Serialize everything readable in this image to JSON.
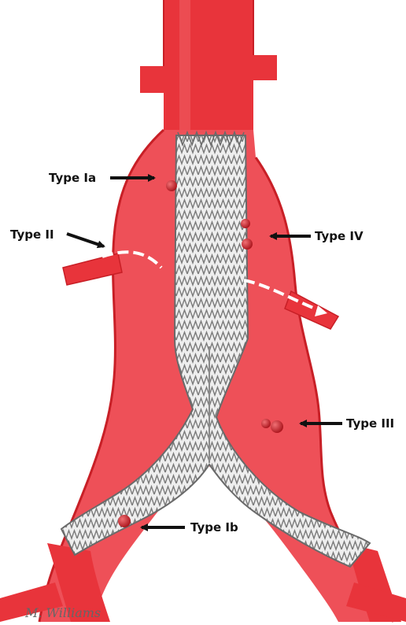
{
  "labels": {
    "type_ia": "Type Ia",
    "type_ib": "Type Ib",
    "type_ii": "Type II",
    "type_iii": "Type III",
    "type_iv": "Type IV"
  },
  "signature": "M. Williams",
  "colors": {
    "vessel": "#e8343b",
    "vessel_dark": "#c81f26",
    "vessel_light": "#f26a6e",
    "sac": "#ee5058",
    "stent_fill": "#eeeeee",
    "stent_wire": "#7a7a7a",
    "leak": "#b3141c",
    "arrow": "#111111",
    "flow_arrow": "#ffffff"
  },
  "icons": {
    "leak_marker": "blood-droplet",
    "pointer": "black-arrow",
    "flow": "white-flow-arrow"
  }
}
